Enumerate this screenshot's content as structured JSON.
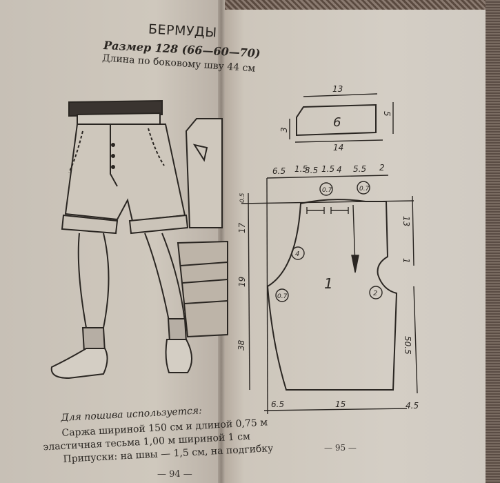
{
  "left_page": {
    "title": "БЕРМУДЫ",
    "size": "Размер 128 (66—60—70)",
    "side_seam_length": "Длина по боковому шву 44 см",
    "materials_heading": "Для пошива используется:",
    "materials_lines": [
      "Саржа шириной 150 см и длиной 0,75 м",
      "эластичная тесьма 1,00 м шириной 1 см",
      "Припуски: на швы — 1,5 см, на подгибку"
    ],
    "page_number": "— 94 —",
    "illustration": "shorts-illustration"
  },
  "right_page": {
    "page_number": "— 95 —",
    "pattern": {
      "waistband_piece": {
        "label": "6",
        "top_width": "13",
        "bottom_width": "14",
        "left_height": "3",
        "right_height": "5"
      },
      "main_piece": {
        "label": "1",
        "top_segments": [
          "6.5",
          "1.5",
          "3.5",
          "1.5",
          "4",
          "5.5",
          "2"
        ],
        "darts": [
          "0.7",
          "0.7"
        ],
        "left_dims": [
          "0.5",
          "17",
          "19",
          "38"
        ],
        "right_dims": [
          "13",
          "1",
          "50.5"
        ],
        "bottom_dims": [
          "6.5",
          "15",
          "4.5"
        ],
        "circled_labels": [
          "4",
          "0.7",
          "2"
        ]
      }
    }
  }
}
